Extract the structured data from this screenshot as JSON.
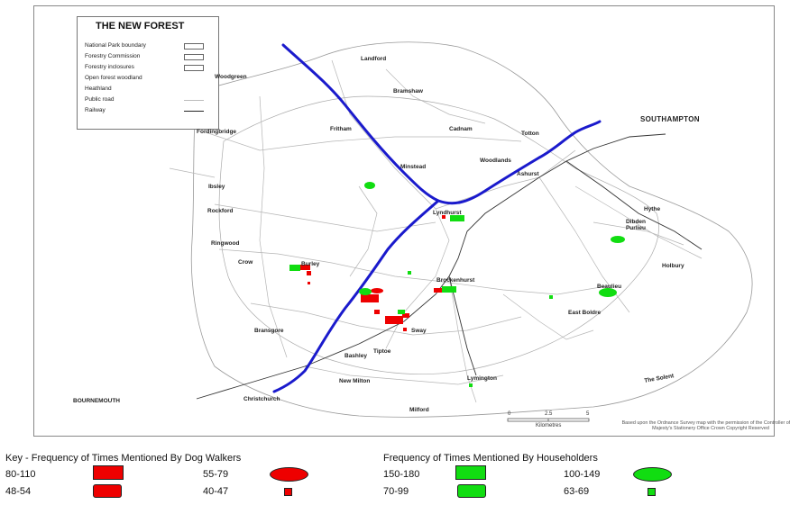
{
  "map": {
    "title": "THE NEW FOREST",
    "legend_items": [
      {
        "label": "National Park boundary",
        "symbol": "box"
      },
      {
        "label": "Forestry Commission",
        "symbol": "box"
      },
      {
        "label": "Forestry inclosures",
        "symbol": "box"
      },
      {
        "label": "Open forest woodland",
        "symbol": "none"
      },
      {
        "label": "Heathland",
        "symbol": "none"
      },
      {
        "label": "Public road",
        "symbol": "line"
      },
      {
        "label": "Railway",
        "symbol": "rail"
      }
    ],
    "places": [
      "Landford",
      "Woodgreen",
      "Bramshaw",
      "SOUTHAMPTON",
      "Fordingbridge",
      "Fritham",
      "Cadnam",
      "Totton",
      "Minstead",
      "Woodlands",
      "Ashurst",
      "Ibsley",
      "Rockford",
      "Lyndhurst",
      "Hythe",
      "Dibden Purlieu",
      "Ringwood",
      "Crow",
      "Burley",
      "Holbury",
      "Brockenhurst",
      "Beaulieu",
      "East Boldre",
      "Bransgore",
      "Sway",
      "Tiptoe",
      "Bashley",
      "New Milton",
      "Lymington",
      "The Solent",
      "BOURNEMOUTH",
      "Christchurch",
      "Milford"
    ],
    "scale_label": "Kilometres",
    "scale_ticks": [
      "0",
      "2.5",
      "5"
    ],
    "credit": "Based upon the Ordnance Survey map with the permission of the Controller of Her Majesty's Stationery Office Crown Copyright Reserved",
    "colors": {
      "route": "#1a1acc",
      "dog": "#ee0000",
      "house": "#11dd11"
    }
  },
  "key": {
    "dog_walkers": {
      "title": "Key - Frequency of Times Mentioned By Dog Walkers",
      "items": [
        {
          "label": "80-110",
          "shape": "rect-large"
        },
        {
          "label": "55-79",
          "shape": "ellipse"
        },
        {
          "label": "48-54",
          "shape": "rounded-rect"
        },
        {
          "label": "40-47",
          "shape": "small-square"
        }
      ]
    },
    "householders": {
      "title": "Frequency of Times Mentioned By Householders",
      "items": [
        {
          "label": "150-180",
          "shape": "rect-large"
        },
        {
          "label": "100-149",
          "shape": "ellipse"
        },
        {
          "label": "70-99",
          "shape": "rounded-rect"
        },
        {
          "label": "63-69",
          "shape": "small-square"
        }
      ]
    }
  }
}
